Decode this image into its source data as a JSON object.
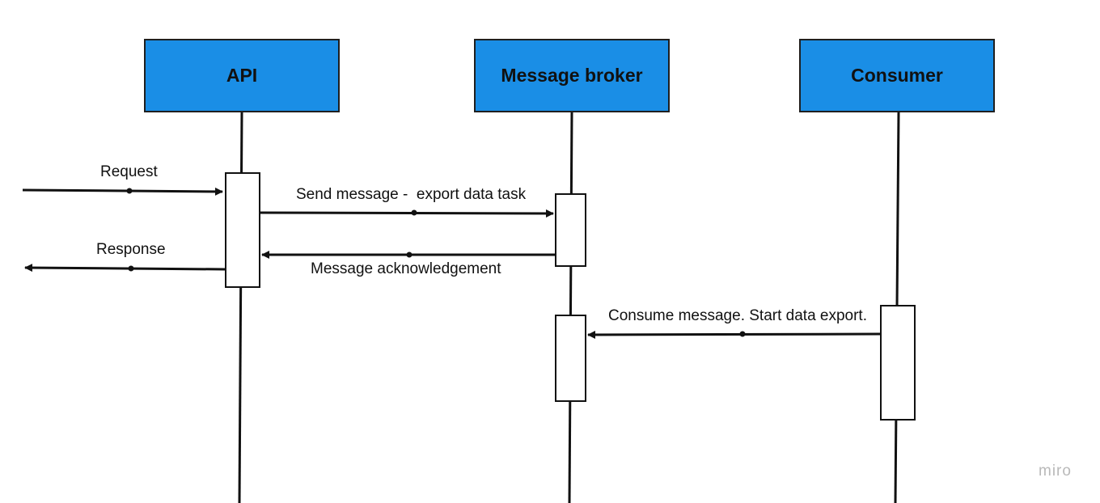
{
  "participants": {
    "api": "API",
    "broker": "Message broker",
    "consumer": "Consumer"
  },
  "messages": {
    "request": "Request",
    "send_message": "Send message -  export data task",
    "response": "Response",
    "acknowledgement": "Message acknowledgement",
    "consume": "Consume message. Start data export."
  },
  "watermark": "miro",
  "colors": {
    "participant_fill": "#1a8ee6",
    "line": "#111111",
    "watermark": "#b9b9b9"
  }
}
